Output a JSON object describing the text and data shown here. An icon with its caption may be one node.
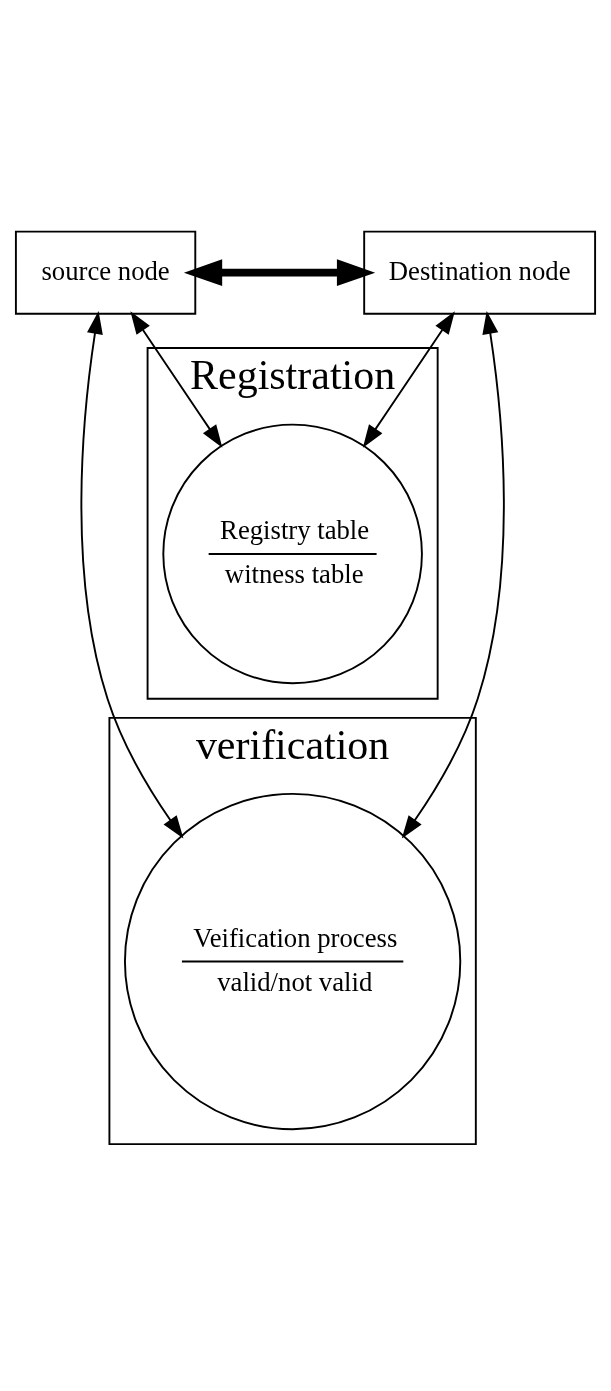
{
  "diagram": {
    "nodes": [
      {
        "text": [
          "source node"
        ]
      },
      {
        "text": [
          "Destination node"
        ]
      },
      {
        "text": [
          "Registration"
        ]
      },
      {
        "text": [
          "Registry table",
          "witness table"
        ],
        "in": 2
      },
      {
        "text": [
          "verification"
        ]
      },
      {
        "text": [
          "Veification process",
          "valid/not valid"
        ],
        "in": 4
      }
    ],
    "edges": [
      {
        "from": 0,
        "to": 1,
        "arrow": "both",
        "style": "thick"
      },
      {
        "from": 3,
        "to": 0,
        "arrow": "both"
      },
      {
        "from": 3,
        "to": 1,
        "arrow": "both"
      },
      {
        "from": 5,
        "to": 0,
        "arrow": "both"
      },
      {
        "from": 5,
        "to": 1,
        "arrow": "both"
      }
    ]
  }
}
